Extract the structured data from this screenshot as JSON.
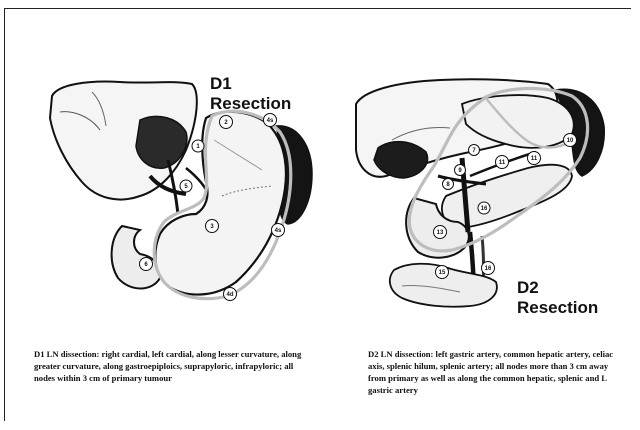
{
  "panels": [
    {
      "heading_line1": "D1",
      "heading_line2": "Resection",
      "caption": "D1 LN dissection: right cardial, left cardial, along lesser curvature, along greater curvature, along gastroepiploics, suprapyloric, infrapyloric; all nodes within 3 cm of primary tumour",
      "node_labels": [
        "2",
        "4s",
        "1",
        "5",
        "3",
        "4s",
        "6",
        "4d"
      ]
    },
    {
      "heading_line1": "D2",
      "heading_line2": "Resection",
      "caption": "D2 LN dissection: left gastric artery, common hepatic artery, celiac axis, splenic hilum, splenic artery; all nodes more than 3 cm away from primary as well as along the common hepatic, splenic and L gastric artery",
      "node_labels": [
        "11",
        "11",
        "10",
        "7",
        "8",
        "9",
        "16",
        "13",
        "15",
        "16"
      ]
    }
  ],
  "colors": {
    "ink": "#111111",
    "liver_fill": "#f4f4f4",
    "organ_dark": "#1c1c1c",
    "resection_outline": "#bdbdbd"
  }
}
